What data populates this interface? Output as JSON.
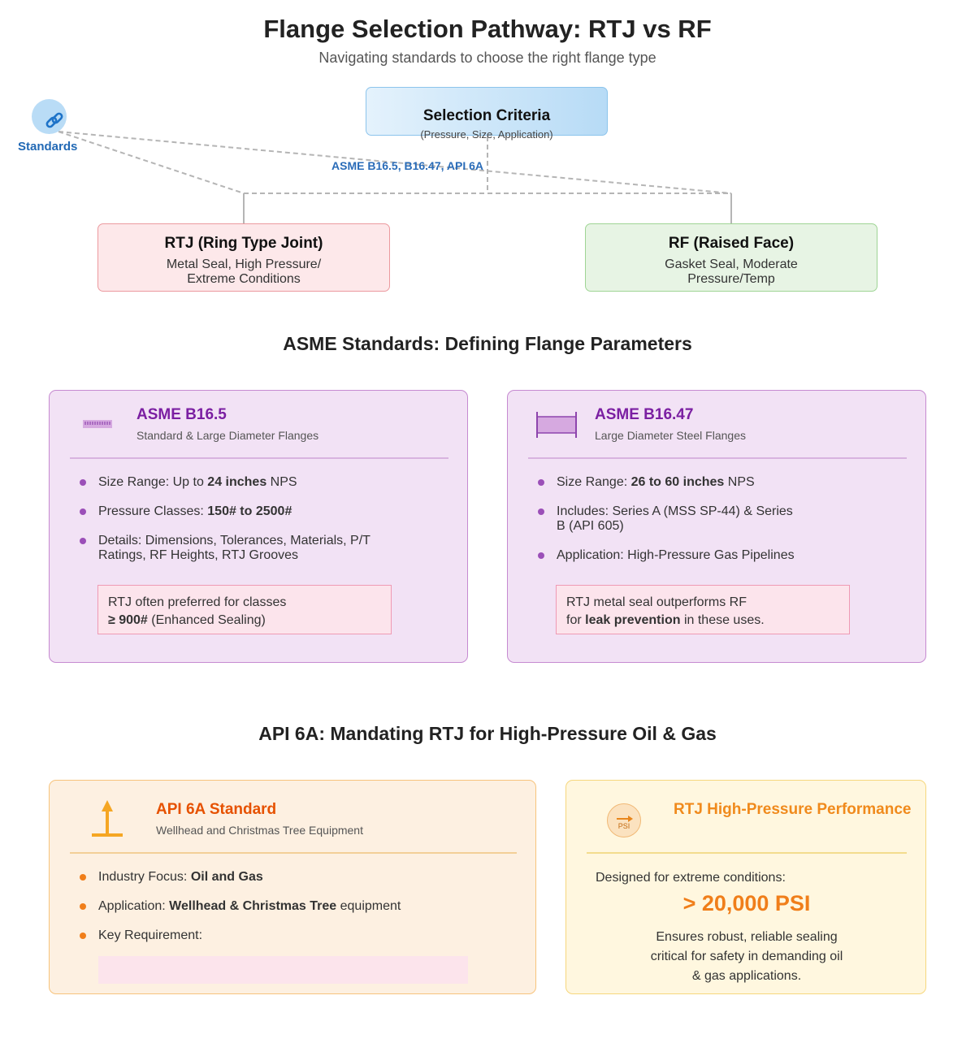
{
  "header": {
    "title": "Flange Selection Pathway: RTJ vs RF",
    "subtitle": "Navigating standards to choose the right flange type"
  },
  "flow": {
    "criteria": {
      "title": "Selection Criteria",
      "subtitle": "(Pressure, Size, Application)"
    },
    "standards": {
      "label": "Standards",
      "links_label": "ASME B16.5, B16.47, API 6A"
    },
    "rtj": {
      "title": "RTJ (Ring Type Joint)",
      "desc": "Metal Seal, High Pressure/ Extreme Conditions"
    },
    "rf": {
      "title": "RF (Raised Face)",
      "desc": "Gasket Seal, Moderate Pressure/Temp"
    }
  },
  "asme_section": {
    "title": "ASME Standards: Defining Flange Parameters",
    "b165": {
      "title": "ASME B16.5",
      "subtitle": "Standard & Large Diameter Flanges",
      "bullets": [
        {
          "prefix": "Size Range: Up to ",
          "bold": "24 inches",
          "suffix": " NPS"
        },
        {
          "prefix": "Pressure Classes: ",
          "bold": "150# to 2500#",
          "suffix": ""
        },
        {
          "prefix": "Details: Dimensions, Tolerances, Materials, P/T Ratings, RF Heights, RTJ Grooves",
          "bold": "",
          "suffix": ""
        }
      ],
      "note": {
        "line1": "RTJ often preferred for classes",
        "bold": "≥ 900#",
        "rest": " (Enhanced Sealing)"
      }
    },
    "b1647": {
      "title": "ASME B16.47",
      "subtitle": "Large Diameter Steel Flanges",
      "bullets": [
        {
          "prefix": "Size Range: ",
          "bold": "26 to 60 inches",
          "suffix": " NPS"
        },
        {
          "prefix": "Includes: Series A (MSS SP-44) & Series B (API 605)",
          "bold": "",
          "suffix": ""
        },
        {
          "prefix": "Application: High-Pressure Gas Pipelines",
          "bold": "",
          "suffix": ""
        }
      ],
      "note": {
        "line1": "RTJ metal seal outperforms RF",
        "pre": "for ",
        "bold": "leak prevention",
        "rest": " in these uses."
      }
    }
  },
  "api_section": {
    "title": "API 6A: Mandating RTJ for High-Pressure Oil & Gas",
    "standard": {
      "title": "API 6A Standard",
      "subtitle": "Wellhead and Christmas Tree Equipment",
      "bullets": [
        {
          "prefix": "Industry Focus: ",
          "bold": "Oil and Gas",
          "suffix": ""
        },
        {
          "prefix": "Application: ",
          "bold": "Wellhead & Christmas Tree",
          "suffix": " equipment"
        },
        {
          "prefix": "Key Requirement:",
          "bold": "",
          "suffix": ""
        }
      ]
    },
    "performance": {
      "title": "RTJ High-Pressure Performance",
      "icon_text": "PSI",
      "intro": "Designed for extreme conditions:",
      "value": "> 20,000 PSI",
      "desc": "Ensures robust, reliable sealing critical for safety in demanding oil & gas applications."
    }
  },
  "colors": {
    "asme_accent": "#7b1fa2",
    "api_accent": "#e65100",
    "link_blue": "#2a6cb8"
  }
}
